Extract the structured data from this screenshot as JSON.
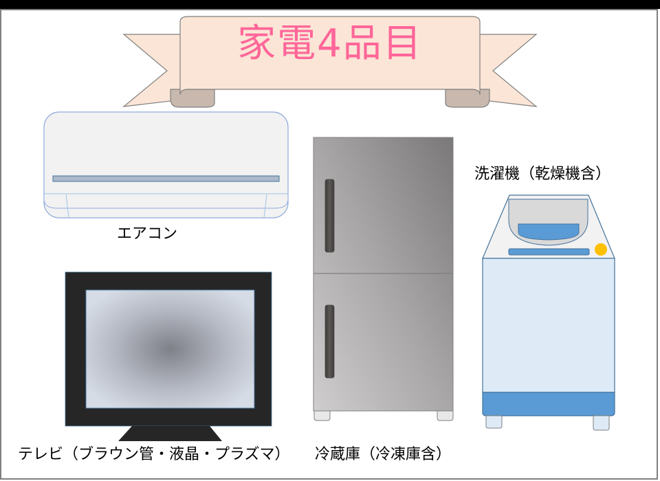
{
  "banner": {
    "title": "家電4品目",
    "title_color": "#ff6699",
    "ribbon_fill": "#fbe5d6",
    "ribbon_fold_fill": "#c9b8ad"
  },
  "items": [
    {
      "id": "air-conditioner",
      "label": "エアコン"
    },
    {
      "id": "refrigerator",
      "label": "冷蔵庫（冷凍庫含）"
    },
    {
      "id": "washing-machine",
      "label": "洗濯機（乾燥機含）"
    },
    {
      "id": "television",
      "label": "テレビ（ブラウン管・液晶・プラズマ）"
    }
  ],
  "colors": {
    "accent_blue": "#5b9bd5",
    "light_blue": "#deebf7",
    "indicator": "#ffc000",
    "tv_bezel": "#262626"
  }
}
